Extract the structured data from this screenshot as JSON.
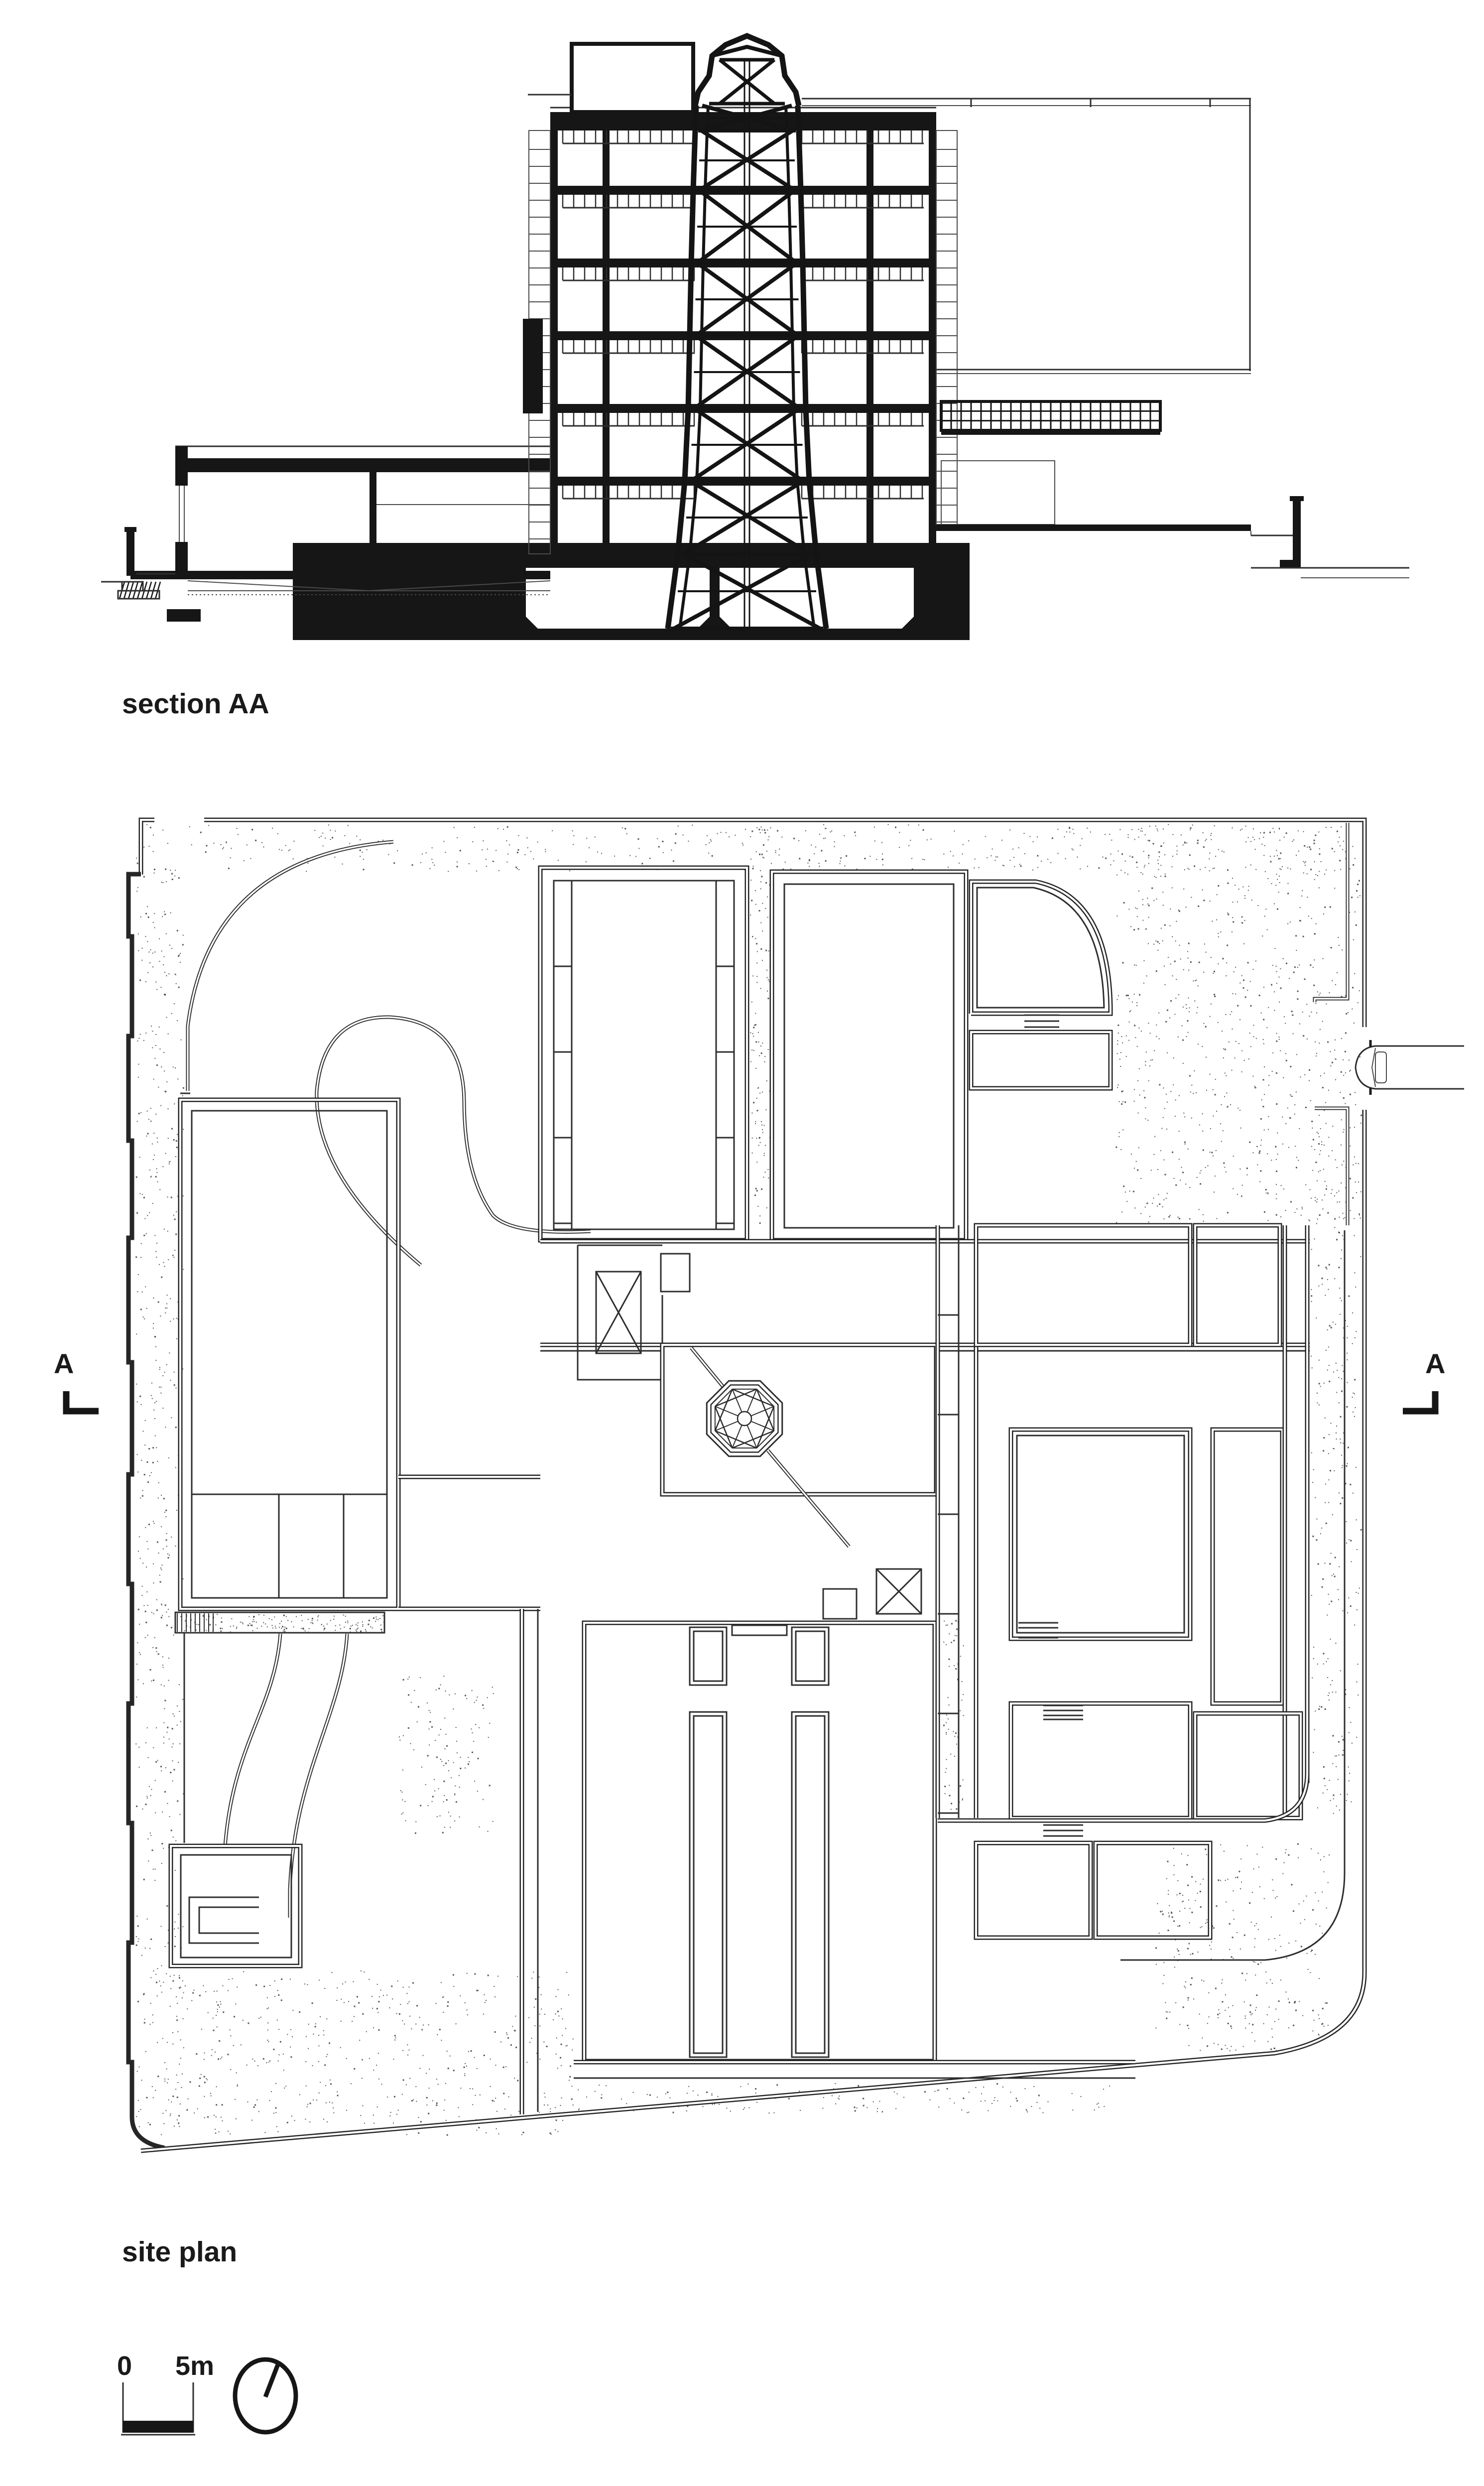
{
  "sheet": {
    "background": "#ffffff",
    "ink_color": "#161616",
    "thin_line_color": "#2e2e2e"
  },
  "section_figure": {
    "label": "section AA",
    "description": "building cross section with central lattice tower"
  },
  "site_plan_figure": {
    "label": "site plan",
    "description": "ground floor site plan with central octagonal skylight tower"
  },
  "section_markers": {
    "left_label": "A",
    "right_label": "A"
  },
  "scale_bar": {
    "zero_label": "0",
    "max_label": "5m"
  },
  "icons": [
    {
      "name": "north-arrow-icon",
      "glyph": "circle with bearing hand"
    },
    {
      "name": "section-cut-corner-left",
      "glyph": "L corner mark"
    },
    {
      "name": "section-cut-corner-right",
      "glyph": "mirrored L corner mark"
    }
  ]
}
